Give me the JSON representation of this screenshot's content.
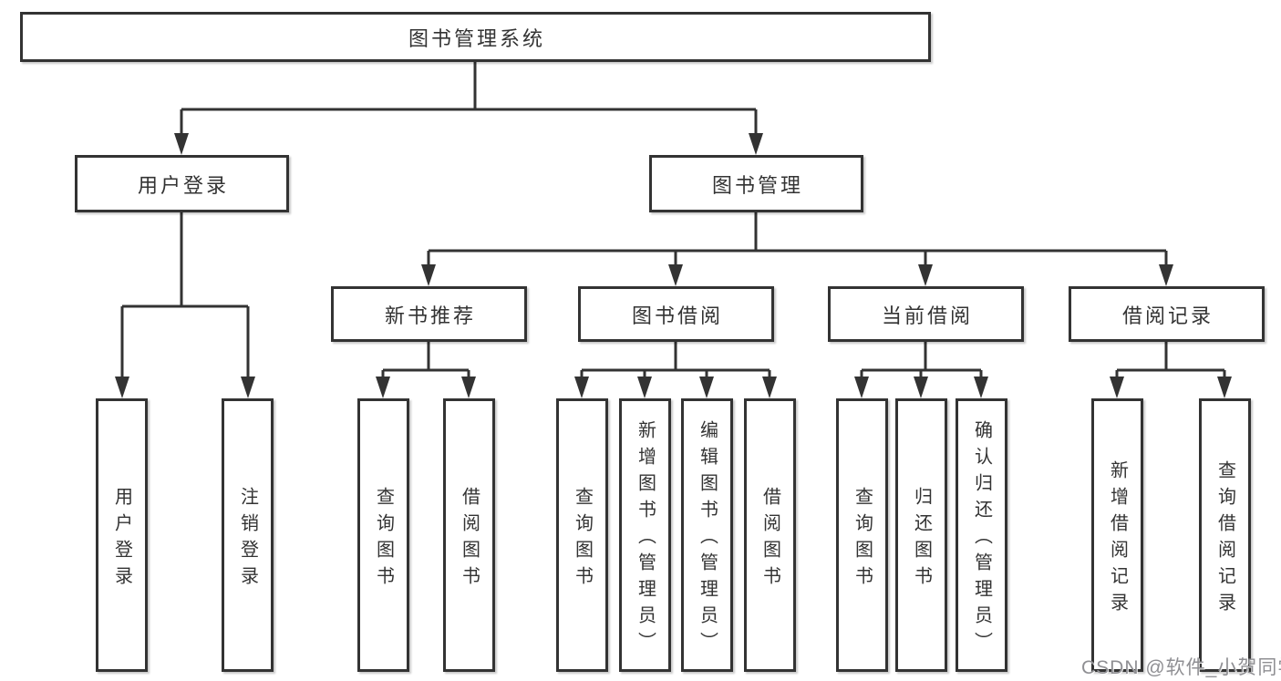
{
  "diagram": {
    "type": "hierarchy-tree",
    "orientation": "top-down",
    "levels": 4
  },
  "tree": {
    "label": "图书管理系统",
    "children": [
      {
        "label": "用户登录",
        "children": [
          {
            "label": "用户登录"
          },
          {
            "label": "注销登录"
          }
        ]
      },
      {
        "label": "图书管理",
        "children": [
          {
            "label": "新书推荐",
            "children": [
              {
                "label": "查询图书"
              },
              {
                "label": "借阅图书"
              }
            ]
          },
          {
            "label": "图书借阅",
            "children": [
              {
                "label": "查询图书"
              },
              {
                "label": "新增图书（管理员）"
              },
              {
                "label": "编辑图书（管理员）"
              },
              {
                "label": "借阅图书"
              }
            ]
          },
          {
            "label": "当前借阅",
            "children": [
              {
                "label": "查询图书"
              },
              {
                "label": "归还图书"
              },
              {
                "label": "确认归还（管理员）"
              }
            ]
          },
          {
            "label": "借阅记录",
            "children": [
              {
                "label": "新增借阅记录"
              },
              {
                "label": "查询借阅记录"
              }
            ]
          }
        ]
      }
    ]
  },
  "watermark": {
    "text": "CSDN @软件_小贺同学",
    "color": "#8f8f93"
  },
  "colors": {
    "background": "#ffffff",
    "box_fill": "#ffffff",
    "box_border": "#333333",
    "line": "#333333",
    "text": "#333333"
  }
}
